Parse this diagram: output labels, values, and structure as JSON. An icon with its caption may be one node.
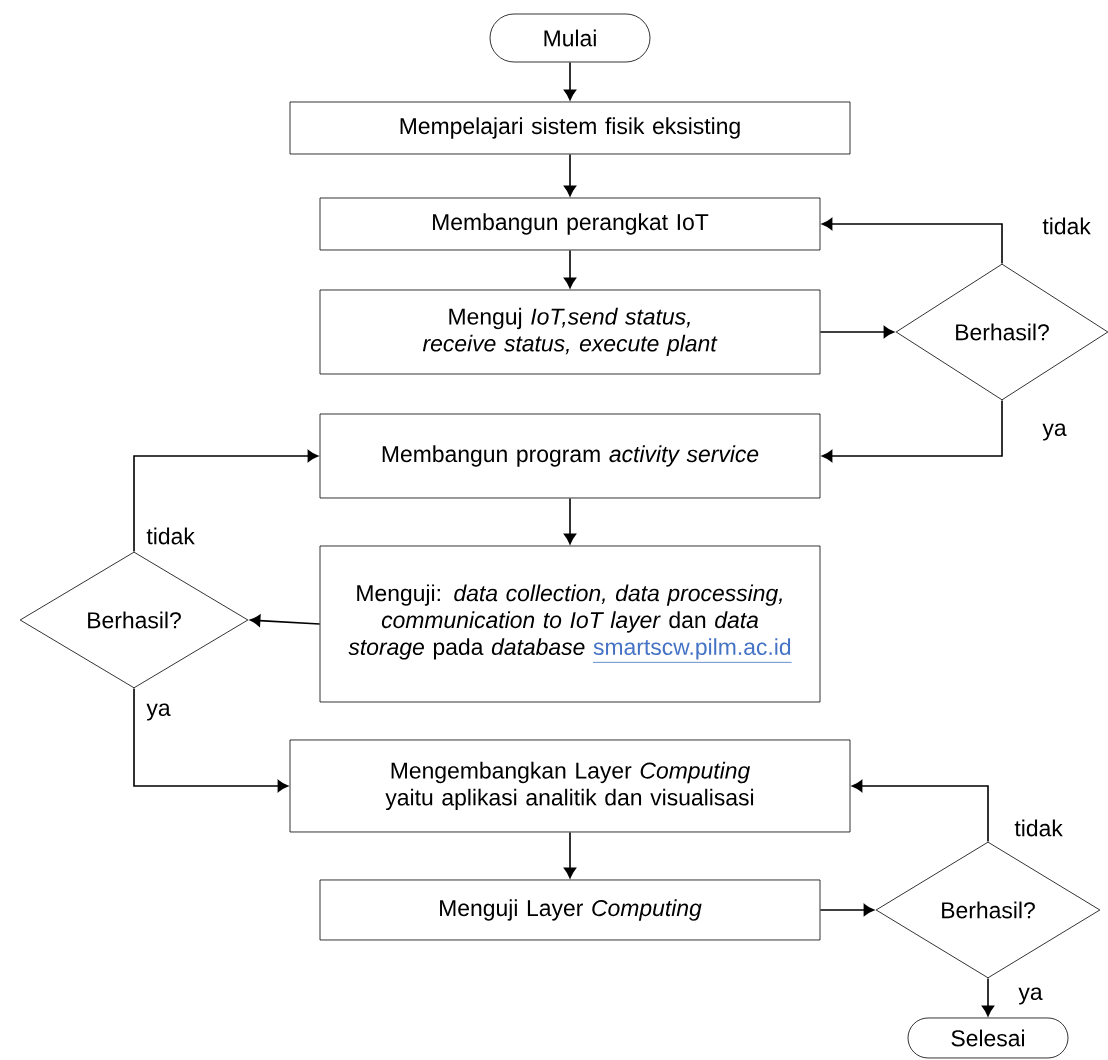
{
  "diagram": {
    "nodes": [
      {
        "text": [
          "Mulai"
        ]
      },
      {
        "text": [
          "Mempelajari sistem fisik eksisting"
        ]
      },
      {
        "text": [
          "Membangun perangkat IoT"
        ]
      },
      {
        "text": [
          "Menguj *IoT,send status, receive status, execute plant*"
        ]
      },
      {
        "text": [
          "Berhasil?"
        ]
      },
      {
        "text": [
          "Membangun program *activity service*"
        ]
      },
      {
        "text": [
          "Menguji: *data collection, data processing, communication to IoT layer* dan *data storage* pada *database*",
          "smartscw.pilm.ac.id"
        ]
      },
      {
        "text": [
          "Berhasil?"
        ]
      },
      {
        "text": [
          "Mengembangkan Layer *Computing* yaitu aplikasi analitik dan visualisasi"
        ]
      },
      {
        "text": [
          "Menguji Layer *Computing*"
        ]
      },
      {
        "text": [
          "Berhasil?"
        ]
      },
      {
        "text": [
          "Selesai"
        ]
      }
    ],
    "edges": [
      {
        "from": 0,
        "to": 1,
        "arrow": "to"
      },
      {
        "from": 1,
        "to": 2,
        "arrow": "to"
      },
      {
        "from": 2,
        "to": 3,
        "arrow": "to"
      },
      {
        "from": 3,
        "to": 4,
        "arrow": "to"
      },
      {
        "from": 4,
        "to": 2,
        "arrow": "to",
        "label": "tidak"
      },
      {
        "from": 4,
        "to": 5,
        "arrow": "to",
        "label": "ya"
      },
      {
        "from": 5,
        "to": 6,
        "arrow": "to"
      },
      {
        "from": 6,
        "to": 7,
        "arrow": "to"
      },
      {
        "from": 7,
        "to": 5,
        "arrow": "to",
        "label": "tidak"
      },
      {
        "from": 7,
        "to": 8,
        "arrow": "to",
        "label": "ya"
      },
      {
        "from": 8,
        "to": 9,
        "arrow": "to"
      },
      {
        "from": 9,
        "to": 10,
        "arrow": "to"
      },
      {
        "from": 10,
        "to": 8,
        "arrow": "to",
        "label": "tidak"
      },
      {
        "from": 10,
        "to": 11,
        "arrow": "to",
        "label": "ya"
      }
    ]
  }
}
